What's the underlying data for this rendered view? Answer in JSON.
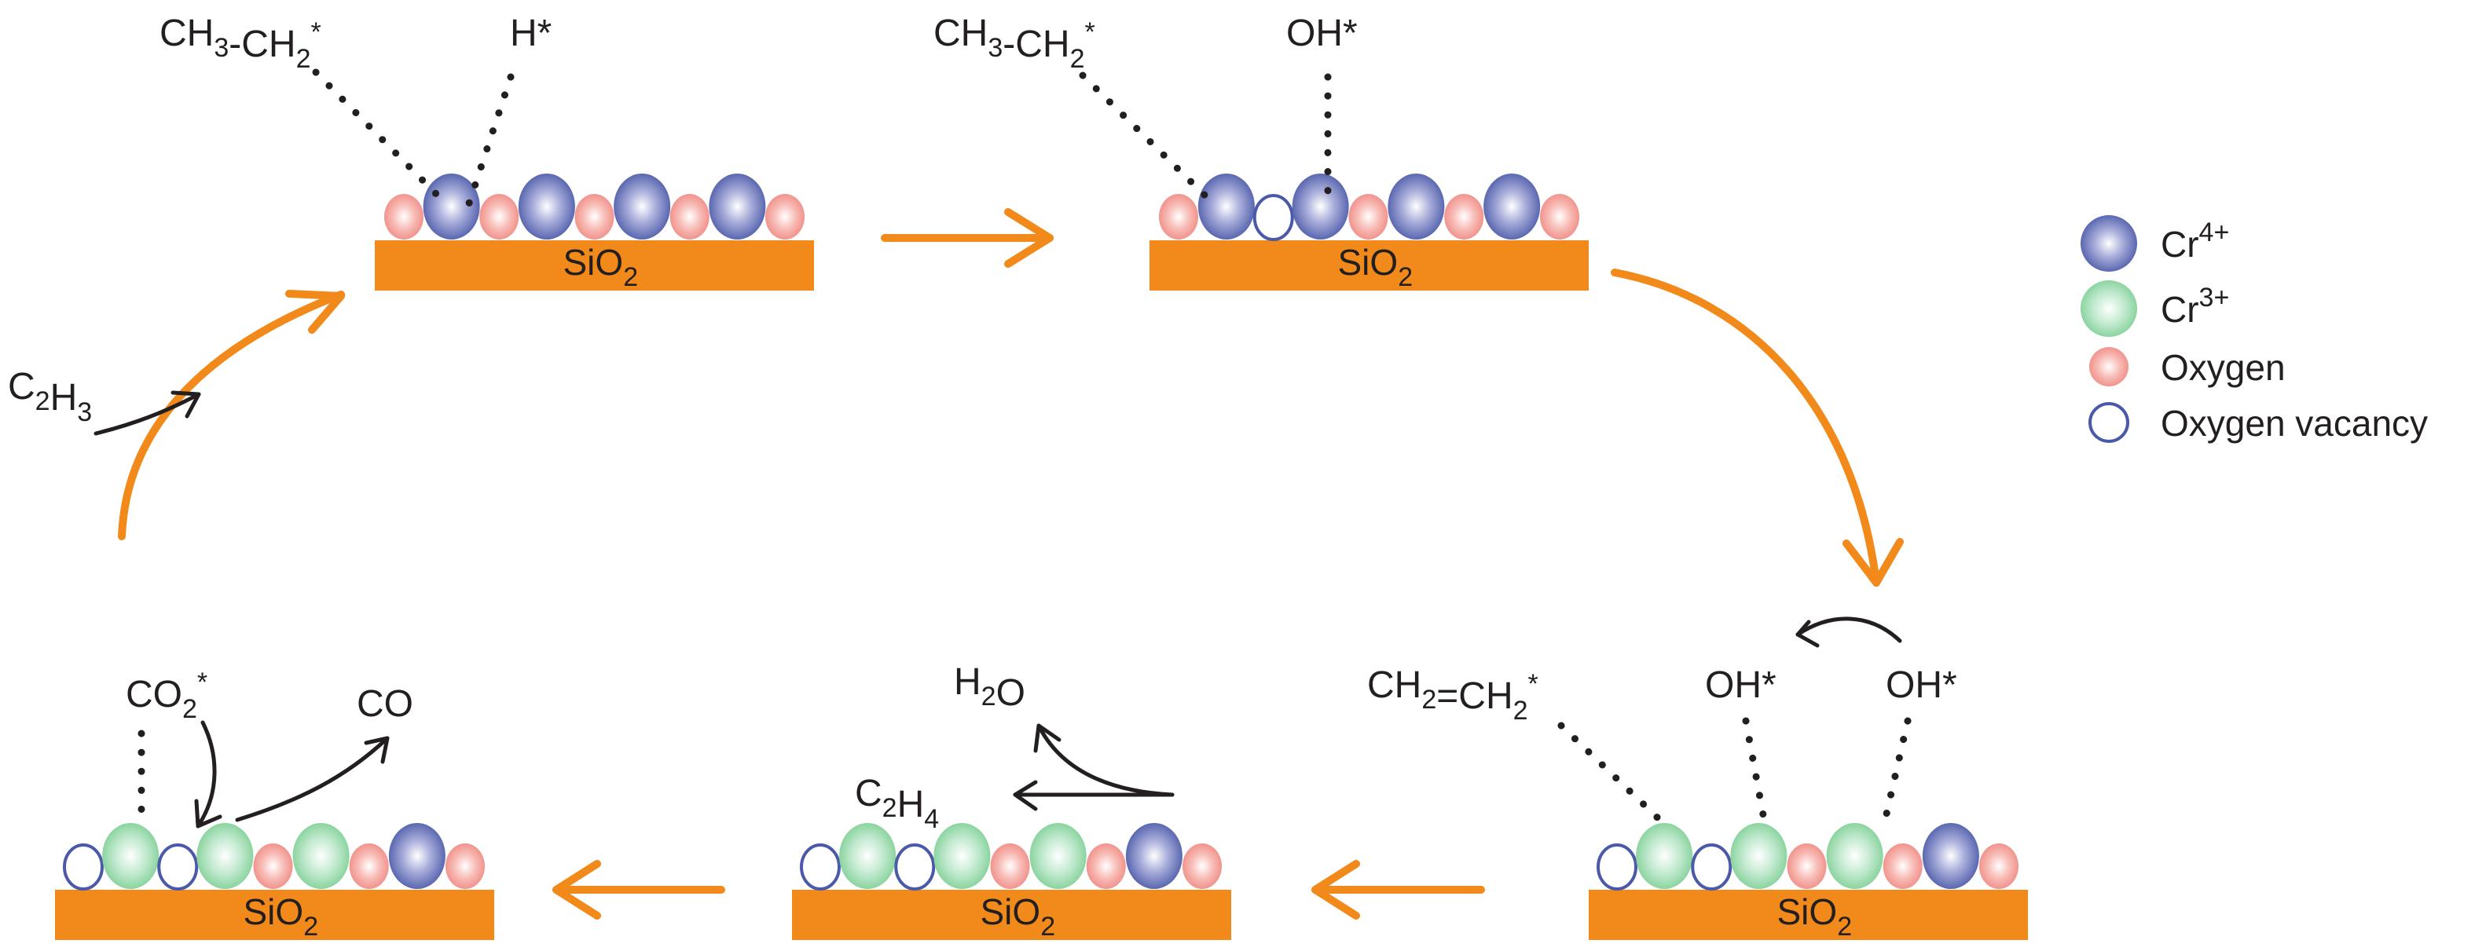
{
  "figure": {
    "title": "Cr oxide on SiO2 catalytic cycle for CO2-assisted ethane dehydrogenation",
    "substrate_label_main": "SiO",
    "substrate_label_sub": "2",
    "colors": {
      "substrate": "#f18a1b",
      "cycle_arrow": "#f18a1b",
      "cr4": "#4b5aa8",
      "cr3": "#7fcf95",
      "oxygen": "#f08a84",
      "vacancy_stroke": "#4b5aa8",
      "text": "#231f20"
    }
  },
  "legend": {
    "items": [
      {
        "key": "cr4",
        "label": "Cr",
        "sup": "4+"
      },
      {
        "key": "cr3",
        "label": "Cr",
        "sup": "3+"
      },
      {
        "key": "oxygen",
        "label": "Oxygen",
        "sup": ""
      },
      {
        "key": "vacancy",
        "label": "Oxygen vacancy",
        "sup": ""
      }
    ]
  },
  "panels": [
    {
      "id": "step1",
      "sites": [
        "O",
        "Cr4",
        "O",
        "Cr4",
        "O",
        "Cr4",
        "O",
        "Cr4",
        "O"
      ],
      "labels": [
        {
          "parts": [
            [
              "CH",
              "n"
            ],
            [
              "3",
              "sub"
            ],
            [
              "-CH",
              "n"
            ],
            [
              "2",
              "sub"
            ],
            [
              "*",
              "sup"
            ]
          ]
        },
        {
          "parts": [
            [
              "H*",
              "n"
            ]
          ]
        }
      ]
    },
    {
      "id": "step2",
      "sites": [
        "O",
        "Cr4",
        "V",
        "Cr4",
        "O",
        "Cr4",
        "O",
        "Cr4",
        "O"
      ],
      "labels": [
        {
          "parts": [
            [
              "CH",
              "n"
            ],
            [
              "3",
              "sub"
            ],
            [
              "-CH",
              "n"
            ],
            [
              "2",
              "sub"
            ],
            [
              "*",
              "sup"
            ]
          ]
        },
        {
          "parts": [
            [
              "OH*",
              "n"
            ]
          ]
        }
      ]
    },
    {
      "id": "step3",
      "sites": [
        "V",
        "Cr3",
        "V",
        "Cr3",
        "O",
        "Cr3",
        "O",
        "Cr4",
        "O"
      ],
      "labels": [
        {
          "parts": [
            [
              "CH",
              "n"
            ],
            [
              "2",
              "sub"
            ],
            [
              "=CH",
              "n"
            ],
            [
              "2",
              "sub"
            ],
            [
              "*",
              "sup"
            ]
          ]
        },
        {
          "parts": [
            [
              "OH*",
              "n"
            ]
          ]
        },
        {
          "parts": [
            [
              "OH*",
              "n"
            ]
          ]
        }
      ]
    },
    {
      "id": "step4",
      "sites": [
        "V",
        "Cr3",
        "V",
        "Cr3",
        "O",
        "Cr3",
        "O",
        "Cr4",
        "O"
      ],
      "labels": [
        {
          "parts": [
            [
              "H",
              "n"
            ],
            [
              "2",
              "sub"
            ],
            [
              "O",
              "n"
            ]
          ]
        },
        {
          "parts": [
            [
              "C",
              "n"
            ],
            [
              "2",
              "sub"
            ],
            [
              "H",
              "n"
            ],
            [
              "4",
              "sub"
            ]
          ]
        }
      ]
    },
    {
      "id": "step5",
      "sites": [
        "V",
        "Cr3",
        "V",
        "Cr3",
        "O",
        "Cr3",
        "O",
        "Cr4",
        "O"
      ],
      "labels": [
        {
          "parts": [
            [
              "CO",
              "n"
            ],
            [
              "2",
              "sub"
            ],
            [
              "*",
              "sup"
            ]
          ]
        },
        {
          "parts": [
            [
              "CO",
              "n"
            ]
          ]
        }
      ]
    }
  ],
  "side_label": {
    "parts": [
      [
        "C",
        "n"
      ],
      [
        "2",
        "sub"
      ],
      [
        "H",
        "n"
      ],
      [
        "3",
        "sub"
      ]
    ]
  }
}
